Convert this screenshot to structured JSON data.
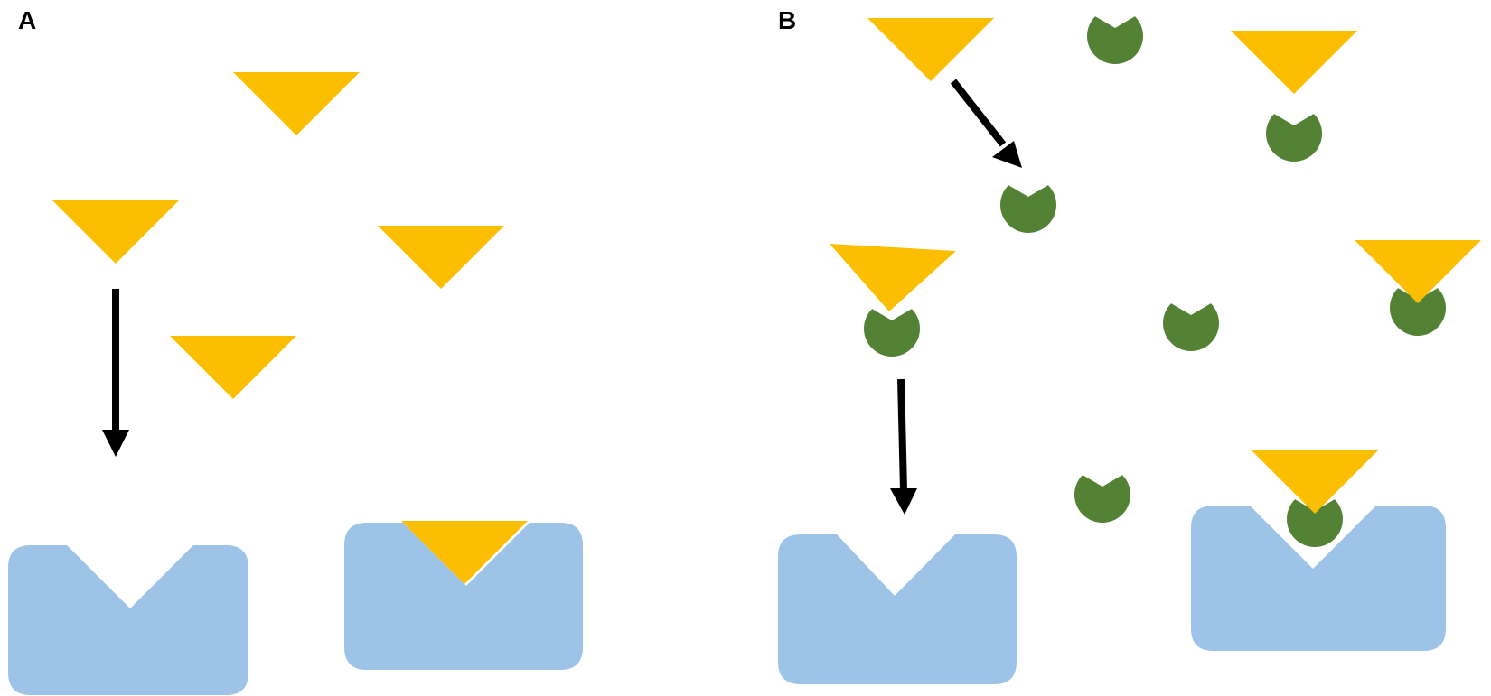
{
  "panels": [
    {
      "id": "A",
      "label": "A"
    },
    {
      "id": "B",
      "label": "B"
    }
  ],
  "colors": {
    "background": "#ffffff",
    "ligand": "#fcbe00",
    "receptor": "#9dc3e6",
    "modulator": "#548235",
    "arrow": "#000000",
    "label": "#000000"
  },
  "icons": {
    "ligand": "yellow-triangle",
    "receptor": "blue-notched-block",
    "modulator": "green-notched-circle",
    "arrow": "black-arrow"
  }
}
